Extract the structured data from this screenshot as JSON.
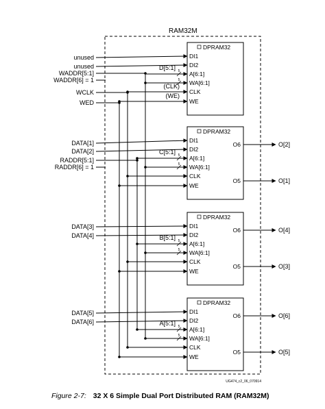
{
  "diagram": {
    "main_label": "RAM32M",
    "figure_ref": "UG474_c2_06_070914",
    "inputs": [
      "unused",
      "unused",
      "WADDR[5:1]",
      "WADDR[6] = 1",
      "WCLK",
      "WED",
      "DATA[1]",
      "DATA[2]",
      "RADDR[5:1]",
      "RADDR[6] = 1",
      "DATA[3]",
      "DATA[4]",
      "DATA[5]",
      "DATA[6]"
    ],
    "block_title": "DPRAM32",
    "blocks": [
      {
        "bus": "D[5:1]",
        "pins": [
          "DI1",
          "DI2",
          "A[6:1]",
          "WA[6:1]",
          "CLK",
          "WE"
        ],
        "outputs": [],
        "out_labels": []
      },
      {
        "bus": "C[5:1]",
        "pins": [
          "DI1",
          "DI2",
          "A[6:1]",
          "WA[6:1]",
          "CLK",
          "WE"
        ],
        "outputs": [
          "O6",
          "O5"
        ],
        "out_labels": [
          "O[2]",
          "O[1]"
        ]
      },
      {
        "bus": "B[5:1]",
        "pins": [
          "DI1",
          "DI2",
          "A[6:1]",
          "WA[6:1]",
          "CLK",
          "WE"
        ],
        "outputs": [
          "O6",
          "O5"
        ],
        "out_labels": [
          "O[4]",
          "O[3]"
        ]
      },
      {
        "bus": "A[5:1]",
        "pins": [
          "DI1",
          "DI2",
          "A[6:1]",
          "WA[6:1]",
          "CLK",
          "WE"
        ],
        "outputs": [
          "O6",
          "O5"
        ],
        "out_labels": [
          "O[6]",
          "O[5]"
        ]
      }
    ],
    "clk_tag": "(CLK)",
    "we_tag": "(WE)",
    "bus_width": "5"
  },
  "caption": {
    "figure": "Figure 2-7:",
    "title": "32 X 6 Simple Dual Port Distributed RAM (RAM32M)"
  }
}
